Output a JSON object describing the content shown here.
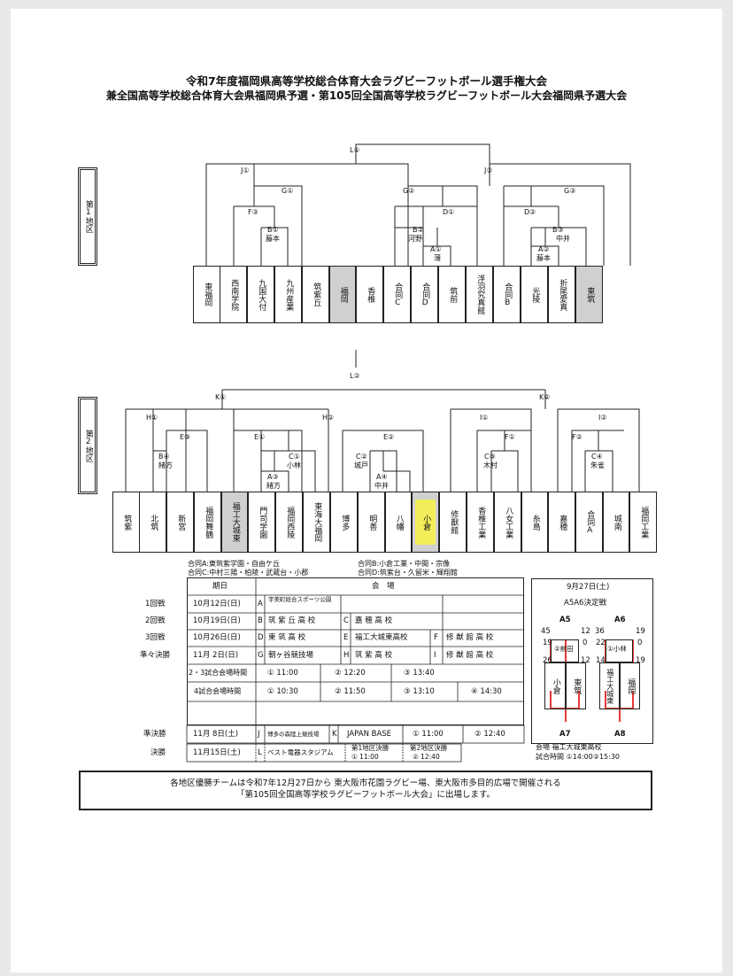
{
  "title": {
    "line1": "令和7年度福岡県高等学校総合体育大会ラグビーフットボール選手権大会",
    "line2": "兼全国高等学校総合体育大会県福岡県予選・第105回全国高等学校ラグビーフットボール大会福岡県予選大会"
  },
  "district1": {
    "label": "第1地区",
    "match_labels": {
      "L1": "L①",
      "J1": "J①",
      "J2": "J②",
      "G1": "G①",
      "G2": "G②",
      "G3": "G③",
      "F3": "F③",
      "D1": "D①",
      "D2": "D②",
      "B1": "B①",
      "B2": "B②",
      "B3": "B③",
      "A1": "A①",
      "A2": "A②"
    },
    "refs": {
      "B1": "藤本",
      "B2": "河野",
      "A1": "薄",
      "B3": "中井",
      "A2": "藤本"
    },
    "teams": [
      "東福岡",
      "西南学院",
      "九国大付",
      "九州産業",
      "筑紫丘",
      "福岡",
      "香椎",
      "合同C",
      "合同D",
      "筑前",
      "浮羽究真館",
      "合同B",
      "光陵",
      "折尾愛真",
      "東筑"
    ]
  },
  "district2": {
    "label": "第2地区",
    "match_labels": {
      "L2": "L②",
      "K1": "K①",
      "K2": "K②",
      "H1": "H①",
      "H2": "H②",
      "I1": "I①",
      "I2": "I②",
      "E3": "E③",
      "E1": "E①",
      "E2": "E②",
      "F1": "F①",
      "F2": "F②",
      "B4": "B④",
      "C1": "C①",
      "C2": "C②",
      "C3": "C③",
      "C4": "C④",
      "A3": "A③",
      "A4": "A④"
    },
    "refs": {
      "B4": "緒方",
      "C1": "小林",
      "A3": "緒方",
      "C2": "城戸",
      "A4": "中井",
      "C3": "木村",
      "C4": "朱雀"
    },
    "teams": [
      "筑紫",
      "北筑",
      "新宮",
      "福岡舞鶴",
      "福工大城東",
      "門司学園",
      "福岡西陵",
      "東海大福岡",
      "博多",
      "明善",
      "八幡",
      "小倉",
      "修猷館",
      "香椎工業",
      "八女工業",
      "糸島",
      "嘉穂",
      "合同A",
      "城南",
      "福岡工業"
    ]
  },
  "notes": {
    "gA": "合同A:東筑紫学園・自由ケ丘",
    "gC": "合同C:中村三陽・柏陵・武蔵台・小郡",
    "gB": "合同B:小倉工業・中間・宗像",
    "gD": "合同D:筑紫台・久留米・輝翔館"
  },
  "schedule": {
    "head_date": "期日",
    "head_venue": "会　場",
    "rounds": [
      "1回戦",
      "2回戦",
      "3回戦",
      "準々決勝"
    ],
    "dates": [
      "10月12日(日)",
      "10月19日(日)",
      "10月26日(日)",
      "11月 2日(日)"
    ],
    "r1": {
      "code": "A",
      "venue": "宇美町総合スポーツ公園"
    },
    "r2": [
      {
        "code": "B",
        "venue": "筑 紫 丘 高 校"
      },
      {
        "code": "C",
        "venue": "嘉 穂 高 校"
      }
    ],
    "r3": [
      {
        "code": "D",
        "venue": "東 筑 高 校"
      },
      {
        "code": "E",
        "venue": "福工大城東高校"
      },
      {
        "code": "F",
        "venue": "修 猷 館 高 校"
      }
    ],
    "r4": [
      {
        "code": "G",
        "venue": "朝ヶ谷競技場"
      },
      {
        "code": "H",
        "venue": "筑 紫 高 校"
      },
      {
        "code": "I",
        "venue": "修 猷 館 高 校"
      }
    ],
    "times3_label": "2・3試合会場時間",
    "times3": [
      "① 11:00",
      "② 12:20",
      "③ 13:40"
    ],
    "times4_label": "4試合会場時間",
    "times4": [
      "① 10:30",
      "② 11:50",
      "③ 13:10",
      "④ 14:30"
    ],
    "semi": {
      "round": "準決勝",
      "date": "11月 8日(土)",
      "code1": "J",
      "venue1": "博多の森陸上競技場",
      "code2": "K",
      "venue2": "JAPAN BASE",
      "t1": "① 11:00",
      "t2": "② 12:40"
    },
    "final": {
      "round": "決勝",
      "date": "11月15日(土)",
      "code": "L",
      "venue": "ベスト電器スタジアム",
      "d1": "第1地区決勝",
      "d1t": "① 11:00",
      "d2": "第2地区決勝",
      "d2t": "② 12:40"
    }
  },
  "a5a6": {
    "date": "9月27日(土)",
    "title": "A5A6決定戦",
    "a5": "A5",
    "a6": "A6",
    "a7": "A7",
    "a8": "A8",
    "m1": "②前田",
    "m2": "①小林",
    "s_left": [
      "45",
      "19",
      "26"
    ],
    "s_left2": [
      "12",
      "0",
      "12"
    ],
    "s_right": [
      "36",
      "22",
      "14"
    ],
    "s_right2": [
      "19",
      "0",
      "19"
    ],
    "teams": [
      "小倉",
      "東筑",
      "福工大城東",
      "福岡"
    ],
    "venue": "会場 福工大城東高校",
    "time": "試合時間 ①14:00②15:30"
  },
  "footer": {
    "line1": "各地区優勝チームは令和7年12月27日から 東大阪市花園ラグビー場、東大阪市多目的広場で開催される",
    "line2": "「第105回全国高等学校ラグビーフットボール大会」に出場します。"
  }
}
